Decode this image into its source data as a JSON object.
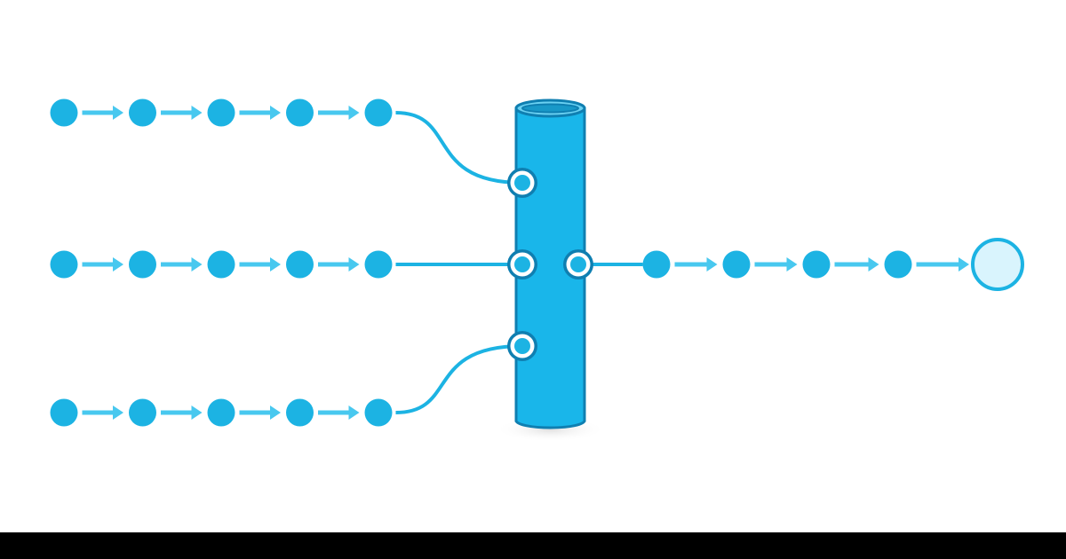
{
  "diagram": {
    "kind": "stream-merge",
    "input_streams": [
      {
        "name": "stream-top",
        "events": 5,
        "junction": "left-port-top"
      },
      {
        "name": "stream-middle",
        "events": 5,
        "junction": "left-port-middle"
      },
      {
        "name": "stream-bottom",
        "events": 5,
        "junction": "left-port-bottom"
      }
    ],
    "merge_node": {
      "shape": "cylinder-pipe",
      "left_ports": 3,
      "right_ports": 1
    },
    "output_stream": {
      "name": "stream-output",
      "events": 4,
      "terminal": "hollow-end-node"
    }
  },
  "colors": {
    "primary": "#1cb3e3",
    "pipe_fill": "#19b6ea",
    "pipe_stroke": "#0f7fb1",
    "pipe_top": "#6ad1f2",
    "pipe_inner": "#1898c8",
    "arrow": "#48c8ef",
    "port_ring": "#0f7fb1",
    "terminal_fill": "#d9f4fd",
    "terminal_stroke": "#1cb3e3",
    "background": "#ffffff",
    "shadow": "#e8e8e8"
  },
  "icons": {
    "event": "filled-circle",
    "arrow": "right-arrow-icon",
    "port": "ring-port-icon",
    "terminal": "hollow-circle-icon"
  }
}
